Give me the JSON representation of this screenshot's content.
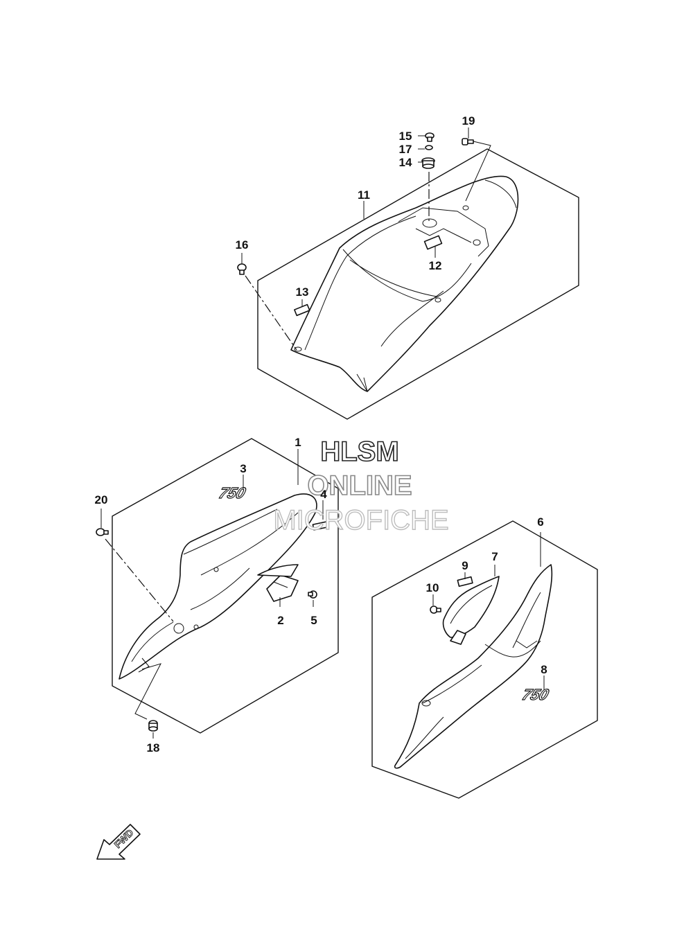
{
  "watermark": {
    "line1": "HLSM",
    "line2": "ONLINE",
    "line3": "MICROFICHE"
  },
  "fwd_arrow": {
    "label": "FWD"
  },
  "decals": {
    "emblem_text": "750"
  },
  "callouts": {
    "c1": "1",
    "c2": "2",
    "c3": "3",
    "c4": "4",
    "c5": "5",
    "c6": "6",
    "c7": "7",
    "c8": "8",
    "c9": "9",
    "c10": "10",
    "c11": "11",
    "c12": "12",
    "c13": "13",
    "c14": "14",
    "c15": "15",
    "c16": "16",
    "c17": "17",
    "c18": "18",
    "c19": "19",
    "c20": "20"
  }
}
